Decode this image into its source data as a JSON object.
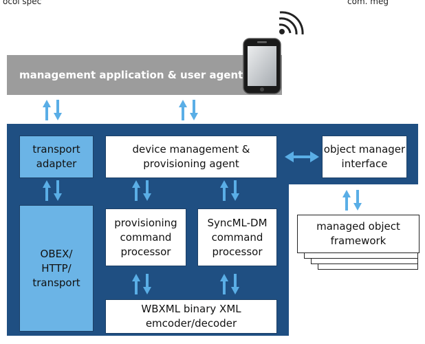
{
  "top_clipped_text": {
    "left": "ocol spec",
    "right": "com. meg"
  },
  "management_bar": {
    "label": "management application & user agent"
  },
  "boxes": {
    "transport_adapter": "transport\nadapter",
    "dm_agent": "device management &\nprovisioning agent",
    "object_manager_interface": "object manager\ninterface",
    "obex_transport": "OBEX/\nHTTP/\ntransport",
    "provisioning_processor": "provisioning\ncommand\nprocessor",
    "syncml_processor": "SyncML-DM\ncommand\nprocessor",
    "wbxml": "WBXML binary XML\nemcoder/decoder",
    "managed_object_framework": "managed object\nframework"
  },
  "icons": {
    "phone": "smartphone-icon",
    "signal": "wireless-signal-icon",
    "arrows": "bidirectional-arrow-icon"
  },
  "colors": {
    "panel": "#1f4f82",
    "bar": "#9c9c9c",
    "arrow": "#5aaee6",
    "highlight_box": "#6bb4e6"
  }
}
